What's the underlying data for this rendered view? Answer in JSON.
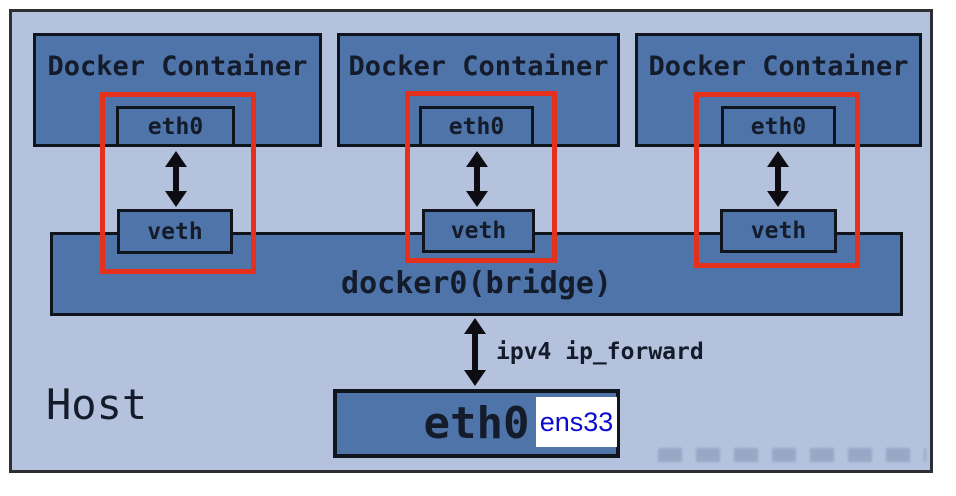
{
  "host": {
    "label": "Host"
  },
  "containers": [
    {
      "title": "Docker Container",
      "eth_label": "eth0",
      "veth_label": "veth"
    },
    {
      "title": "Docker Container",
      "eth_label": "eth0",
      "veth_label": "veth"
    },
    {
      "title": "Docker Container",
      "eth_label": "eth0",
      "veth_label": "veth"
    }
  ],
  "bridge": {
    "label": "docker0(bridge)"
  },
  "forward": {
    "label": "ipv4 ip_forward"
  },
  "host_eth": {
    "label": "eth0",
    "annotation": "ens33"
  },
  "icons": {
    "double_arrow": "↕"
  },
  "colors": {
    "host-bg": "#b5c2dd",
    "box-fill": "#4e74a9",
    "box-border": "#10141c",
    "outer-border": "#2e2e33",
    "ink": "#141b2a",
    "red": "#e5301d",
    "annotation-blue": "#0b0bcf",
    "badge-bg": "#ffffff",
    "arrow": "#0c0c12"
  }
}
